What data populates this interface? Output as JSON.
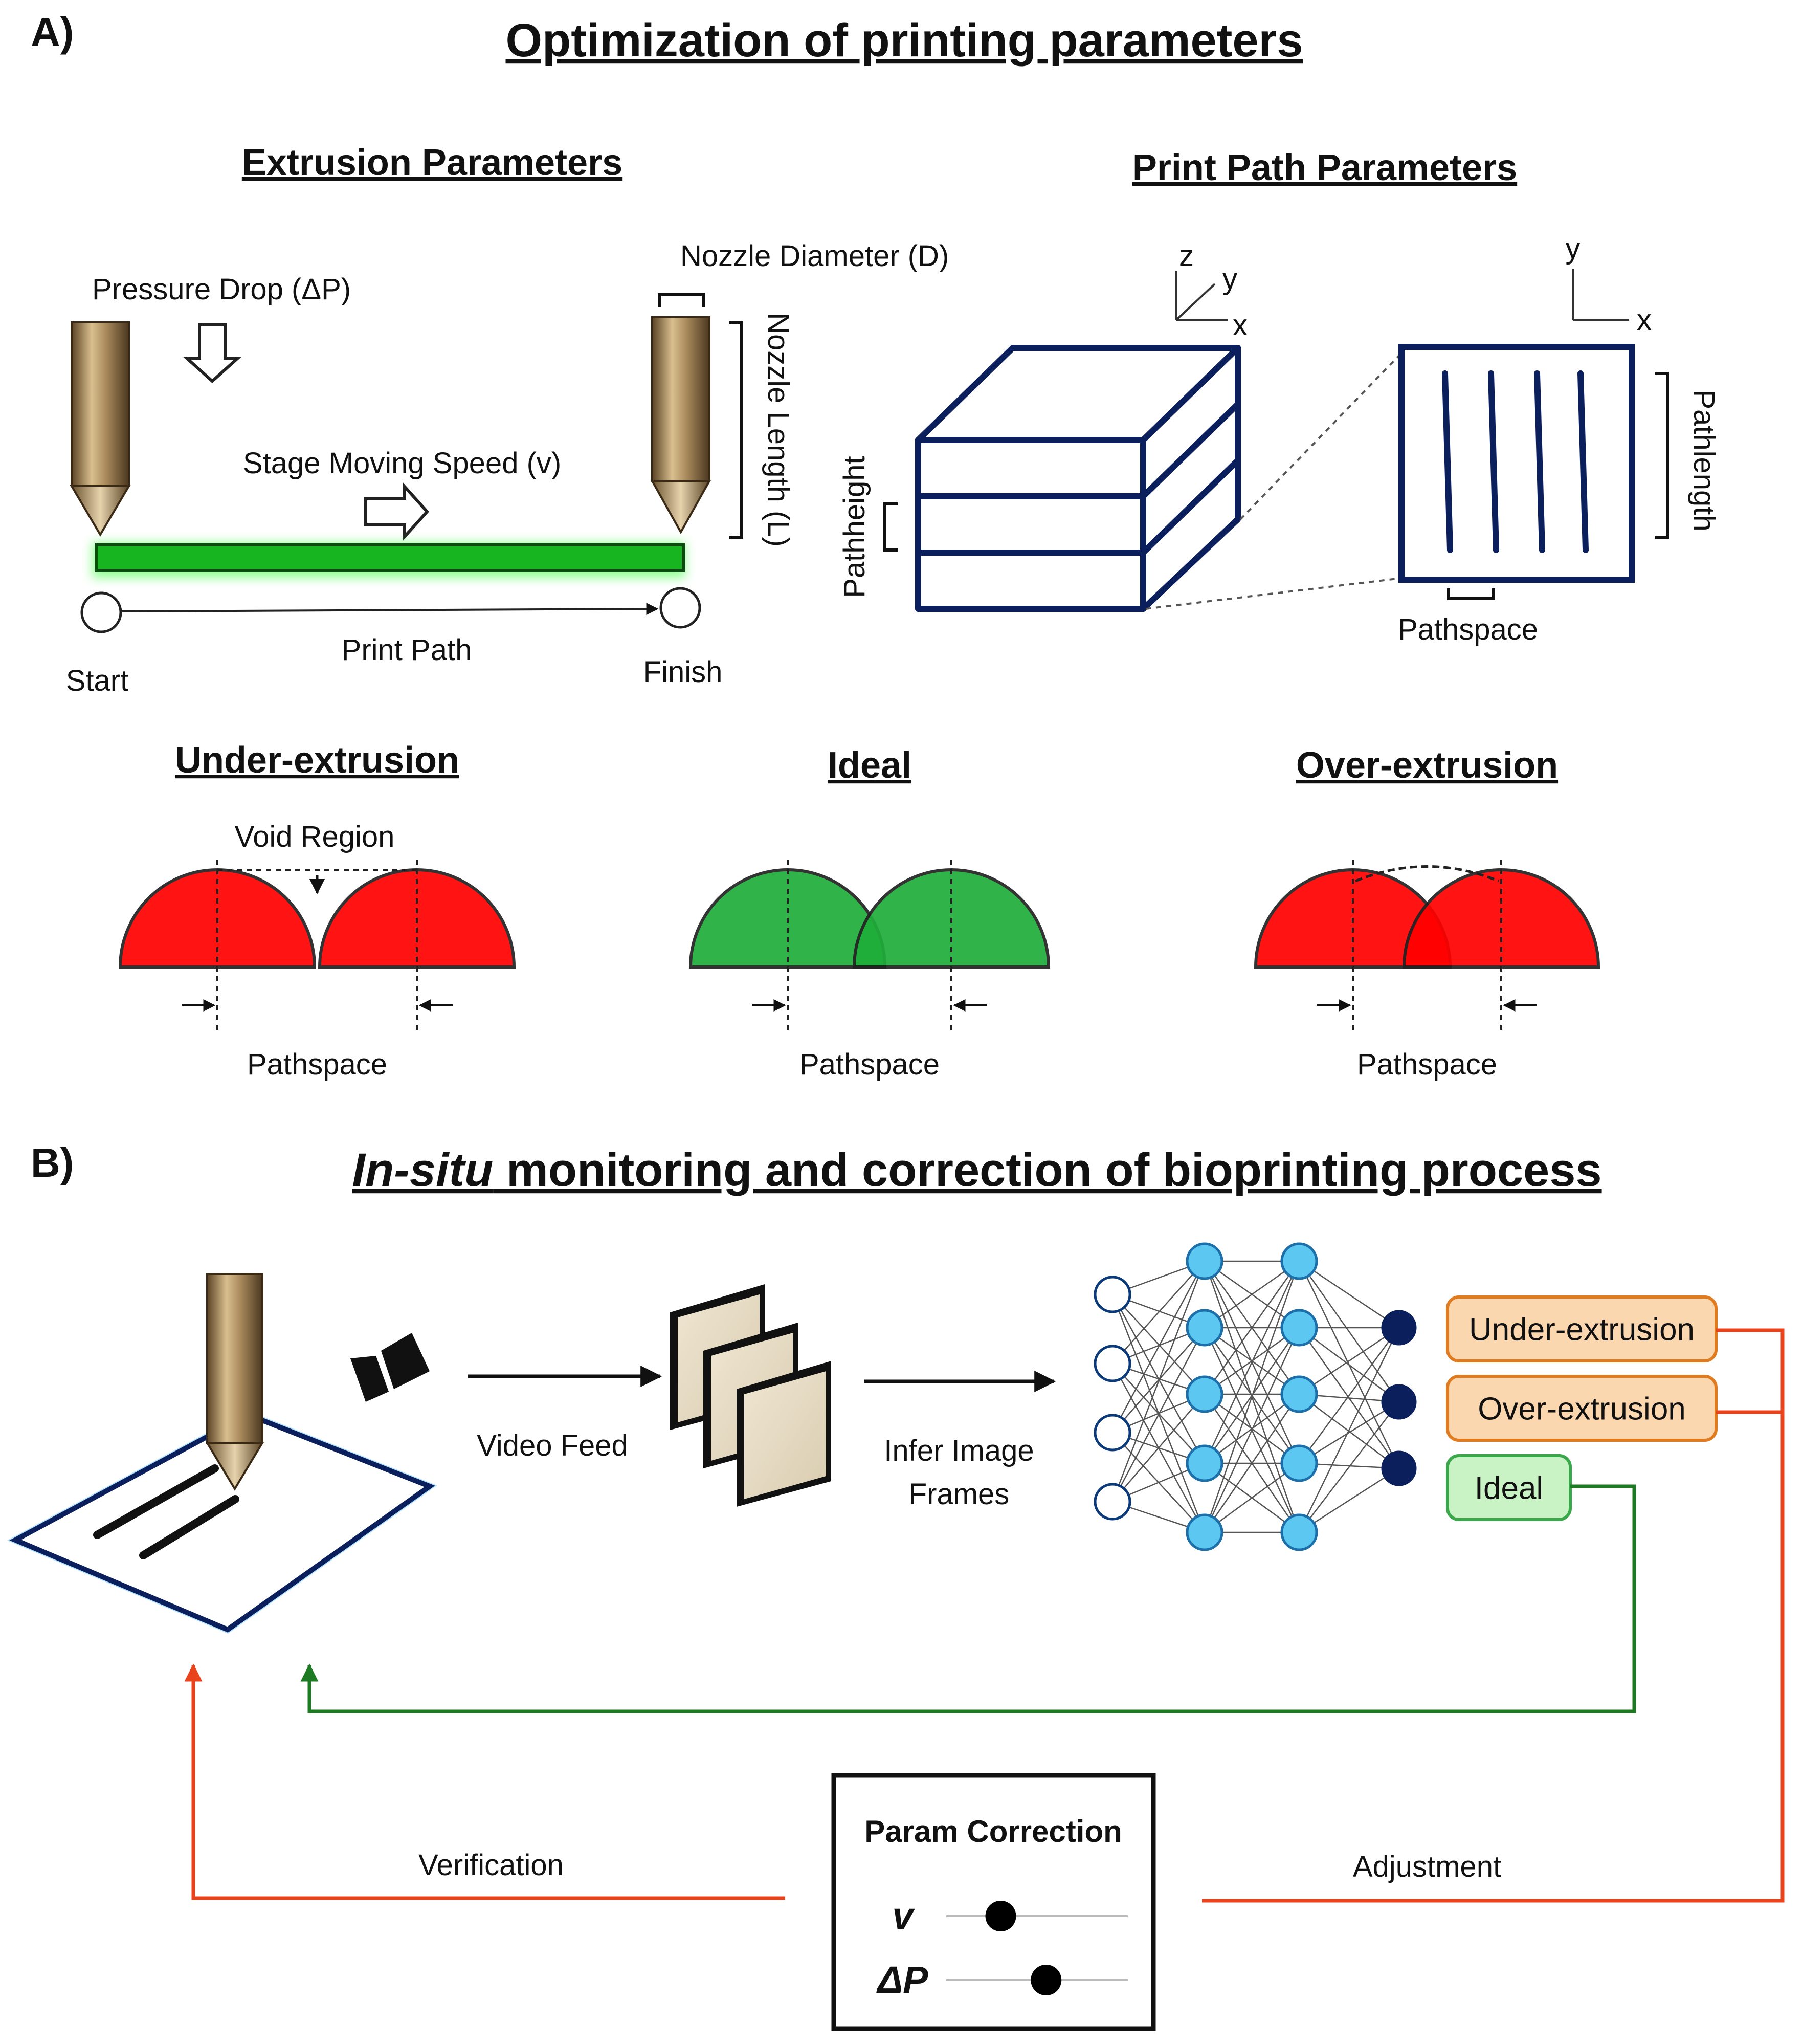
{
  "panel_a": {
    "letter": "A)",
    "title": "Optimization of printing parameters",
    "extrusion": {
      "heading": "Extrusion Parameters",
      "pressure_drop": "Pressure Drop (ΔP)",
      "nozzle_diameter": "Nozzle Diameter (D)",
      "nozzle_length": "Nozzle Length (L)",
      "stage_speed": "Stage Moving Speed (v)",
      "print_path": "Print Path",
      "start": "Start",
      "finish": "Finish"
    },
    "print_path": {
      "heading": "Print Path Parameters",
      "pathheight": "Pathheight",
      "pathlength": "Pathlength",
      "pathspace": "Pathspace",
      "axis_z": "z",
      "axis_y": "y",
      "axis_x": "x"
    },
    "extrusion_states": [
      {
        "name": "Under-extrusion",
        "annotation": "Void Region",
        "pathspace": "Pathspace",
        "color": "#ff0000"
      },
      {
        "name": "Ideal",
        "pathspace": "Pathspace",
        "color": "#1fae3a"
      },
      {
        "name": "Over-extrusion",
        "pathspace": "Pathspace",
        "color": "#ff0000"
      }
    ]
  },
  "panel_b": {
    "letter": "B)",
    "title_italic": "In-situ",
    "title_rest": " monitoring and correction of bioprinting process",
    "video_feed": "Video Feed",
    "infer_line1": "Infer Image",
    "infer_line2": "Frames",
    "classes": [
      {
        "label": "Under-extrusion",
        "fill": "#fbd7b0",
        "stroke": "#e07b20"
      },
      {
        "label": "Over-extrusion",
        "fill": "#fbd7b0",
        "stroke": "#e07b20"
      },
      {
        "label": "Ideal",
        "fill": "#c9f3c4",
        "stroke": "#3aa84a"
      }
    ],
    "verification": "Verification",
    "adjustment": "Adjustment",
    "param_correction": {
      "title": "Param Correction",
      "sliders": [
        {
          "symbol": "v",
          "value": 0.3
        },
        {
          "symbol": "ΔP",
          "value": 0.55
        }
      ]
    }
  },
  "colors": {
    "navy": "#0a1f5c",
    "orange_line": "#e8431c",
    "green_line": "#1d7a22",
    "nozzle": "#a98a5c",
    "node_light": "#5cc8f2"
  }
}
